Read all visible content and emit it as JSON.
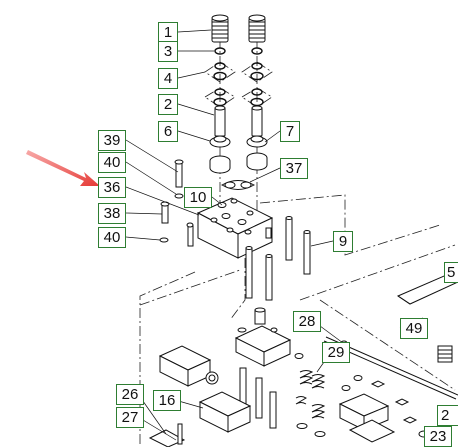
{
  "diagram": {
    "callouts": {
      "c1": "1",
      "c3": "3",
      "c4": "4",
      "c2": "2",
      "c6": "6",
      "c7": "7",
      "c39": "39",
      "c40a": "40",
      "c37": "37",
      "c36": "36",
      "c10": "10",
      "c38": "38",
      "c40b": "40",
      "c9": "9",
      "c28": "28",
      "c49": "49",
      "c29": "29",
      "c26": "26",
      "c16": "16",
      "c27": "27",
      "c23": "23",
      "c_edge_2": "2",
      "c_edge_5": "5"
    },
    "colors": {
      "callout_border": "#2e7d32",
      "line": "#222222",
      "arrow": "#e53935"
    }
  }
}
